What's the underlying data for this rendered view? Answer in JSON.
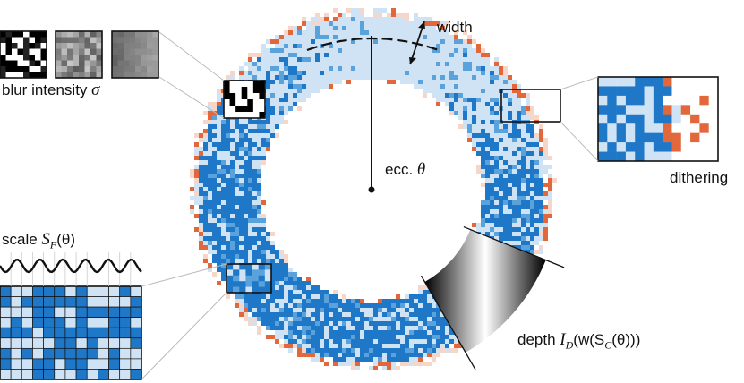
{
  "labels": {
    "width": "width",
    "blur_prefix": "blur intensity",
    "blur_symbol": "σ",
    "ecc_prefix": "ecc.",
    "ecc_symbol": "θ",
    "dithering": "dithering",
    "scale_prefix": "scale",
    "scale_symbol": "S",
    "scale_sub": "F",
    "scale_arg": "(θ)",
    "depth_prefix": "depth",
    "depth_symbol": "I",
    "depth_sub": "D",
    "depth_arg_open": "(w(S",
    "depth_arg_sub": "C",
    "depth_arg_close": "(θ)))"
  },
  "colors": {
    "dark_blue": "#1f77c8",
    "mid_blue": "#5aa2dc",
    "light_blue": "#cfe3f4",
    "orange": "#e2673a",
    "pale_orange": "#f6d6c8",
    "black": "#111111"
  }
}
